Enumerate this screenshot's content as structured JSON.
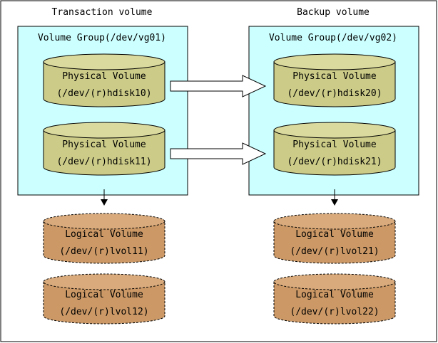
{
  "columns": [
    {
      "title": "Transaction volume",
      "group_label": "Volume Group(/dev/vg01)",
      "physical": [
        {
          "line1": "Physical Volume",
          "line2": "(/dev/(r)hdisk10)"
        },
        {
          "line1": "Physical Volume",
          "line2": "(/dev/(r)hdisk11)"
        }
      ],
      "logical": [
        {
          "line1": "Logical Volume",
          "line2": "(/dev/(r)lvol11)"
        },
        {
          "line1": "Logical Volume",
          "line2": "(/dev/(r)lvol12)"
        }
      ]
    },
    {
      "title": "Backup volume",
      "group_label": "Volume Group(/dev/vg02)",
      "physical": [
        {
          "line1": "Physical Volume",
          "line2": "(/dev/(r)hdisk20)"
        },
        {
          "line1": "Physical Volume",
          "line2": "(/dev/(r)hdisk21)"
        }
      ],
      "logical": [
        {
          "line1": "Logical Volume",
          "line2": "(/dev/(r)lvol21)"
        },
        {
          "line1": "Logical Volume",
          "line2": "(/dev/(r)lvol22)"
        }
      ]
    }
  ],
  "colors": {
    "group_fill": "#ccffff",
    "physical_fill": "#cccc88",
    "physical_top": "#dada9e",
    "logical_fill": "#cc9966",
    "logical_top": "#d8aa7c",
    "outline": "#000000"
  }
}
